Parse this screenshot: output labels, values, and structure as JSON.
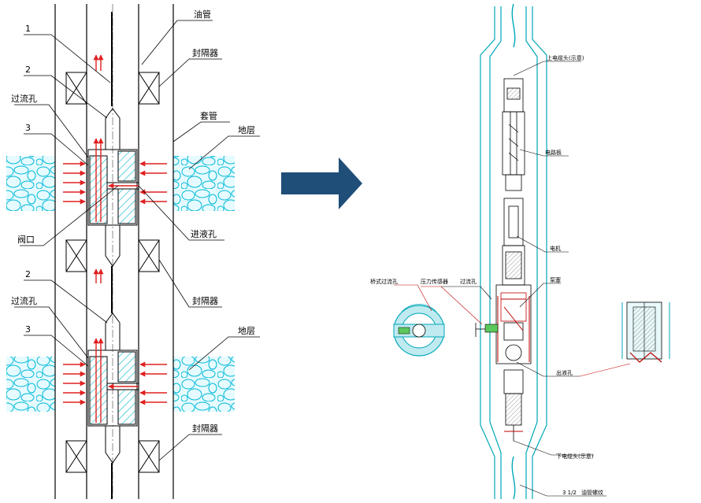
{
  "left_diagram": {
    "labels": {
      "n1": "1",
      "n2_top": "2",
      "flow_hole_top": "过流孔",
      "n3_top": "3",
      "valve_port": "阀口",
      "n2_bottom": "2",
      "flow_hole_bottom": "过流孔",
      "n3_bottom": "3",
      "tubing": "油管",
      "packer_1": "封隔器",
      "casing": "套管",
      "formation_top": "地层",
      "inlet_hole": "进液孔",
      "packer_2": "封隔器",
      "formation_bottom": "地层",
      "packer_3": "封隔器"
    }
  },
  "right_diagram": {
    "labels": {
      "upper_cable_head": "上电缆头(示意)",
      "circuit_board": "电路板",
      "motor": "电机",
      "bridge_flow_hole": "桥式过流孔",
      "pressure_sensor": "压力传感器",
      "flow_hole": "过流孔",
      "pump": "泵塞",
      "outlet_hole": "出液孔",
      "lower_cable_head": "下电缆头(示意)",
      "tubing_fraction": "3 1/2",
      "tubing_thread": "油管螺纹"
    }
  },
  "colors": {
    "arrow_fill": "#1f4e79",
    "flow_arrow": "#e02020",
    "hatch": "#00b8c8",
    "outline": "#000000",
    "cyan_line": "#00a8b8",
    "callout_red": "#c00000",
    "formation_fill": "#e6fbff",
    "formation_stroke": "#00b8d8"
  }
}
